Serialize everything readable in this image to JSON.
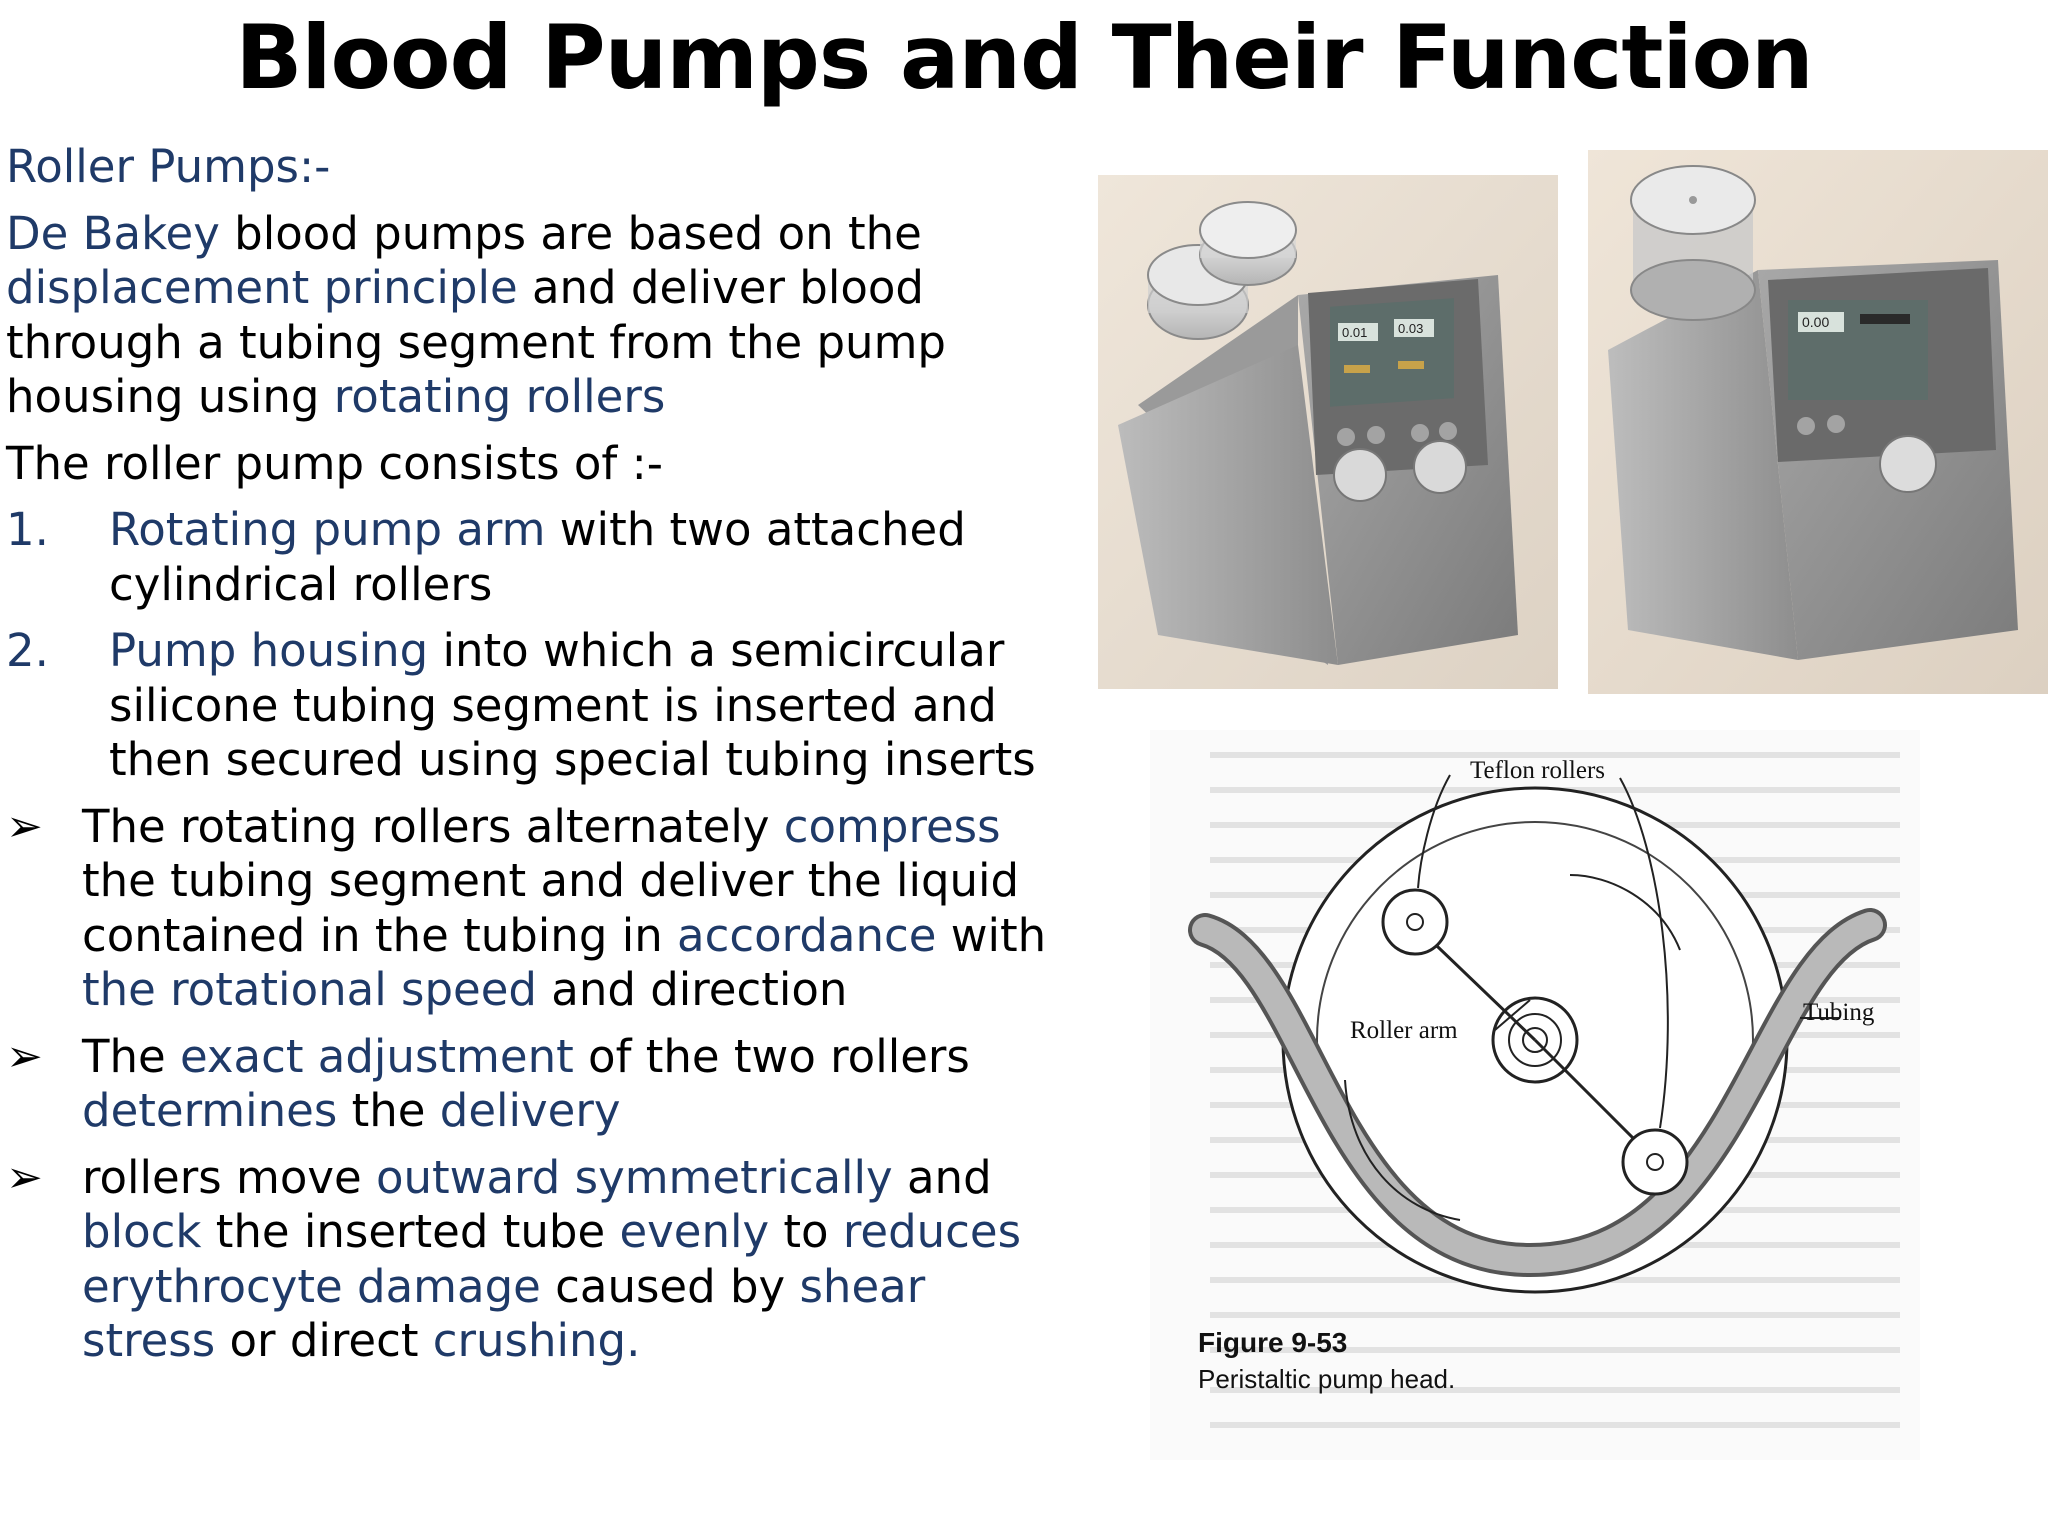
{
  "title": "Blood Pumps and Their Function",
  "heading": "Roller Pumps:-",
  "intro": {
    "hl1": "De Bakey",
    "t1": " blood pumps are based on the ",
    "hl2": "displacement principle",
    "t2": " and deliver blood through a tubing segment from the pump housing using ",
    "hl3": "rotating rollers"
  },
  "consists": "The roller pump consists of :-",
  "numbered": [
    {
      "num": "1.",
      "hl": "Rotating pump arm",
      "text": " with two attached cylindrical rollers"
    },
    {
      "num": "2.",
      "hl": "Pump housing",
      "text": " into which a semicircular silicone tubing segment is inserted and then secured using special tubing inserts"
    }
  ],
  "bullets": {
    "marker": "➢",
    "b1": {
      "t1": "The rotating rollers alternately ",
      "hl1": "compress",
      "t2": " the tubing segment and deliver the liquid contained in the tubing in ",
      "hl2": "accordance",
      "t3": " with ",
      "hl3": "the rotational speed",
      "t4": " and direction"
    },
    "b2": {
      "t1": "The ",
      "hl1": "exact adjustment",
      "t2": " of the two rollers ",
      "hl2": "determines",
      "t3": " the ",
      "hl3": "delivery"
    },
    "b3": {
      "t1": "rollers move ",
      "hl1": "outward symmetrically",
      "t2": " and ",
      "hl2": "block",
      "t3": " the inserted tube ",
      "hl3": "evenly",
      "t4": " to ",
      "hl4": "reduces erythrocyte damage",
      "t5": " caused by ",
      "hl5": "shear stress",
      "t6": " or direct ",
      "hl6": "crushing."
    }
  },
  "pump_displays": {
    "left_a": "0.01",
    "left_b": "0.03",
    "right_a": "0.00"
  },
  "figure": {
    "label_rollers": "Teflon rollers",
    "label_arm": "Roller arm",
    "label_tubing": "Tubing",
    "caption_num": "Figure 9-53",
    "caption_text": "Peristaltic pump head."
  },
  "colors": {
    "accent": "#1f3a68"
  }
}
